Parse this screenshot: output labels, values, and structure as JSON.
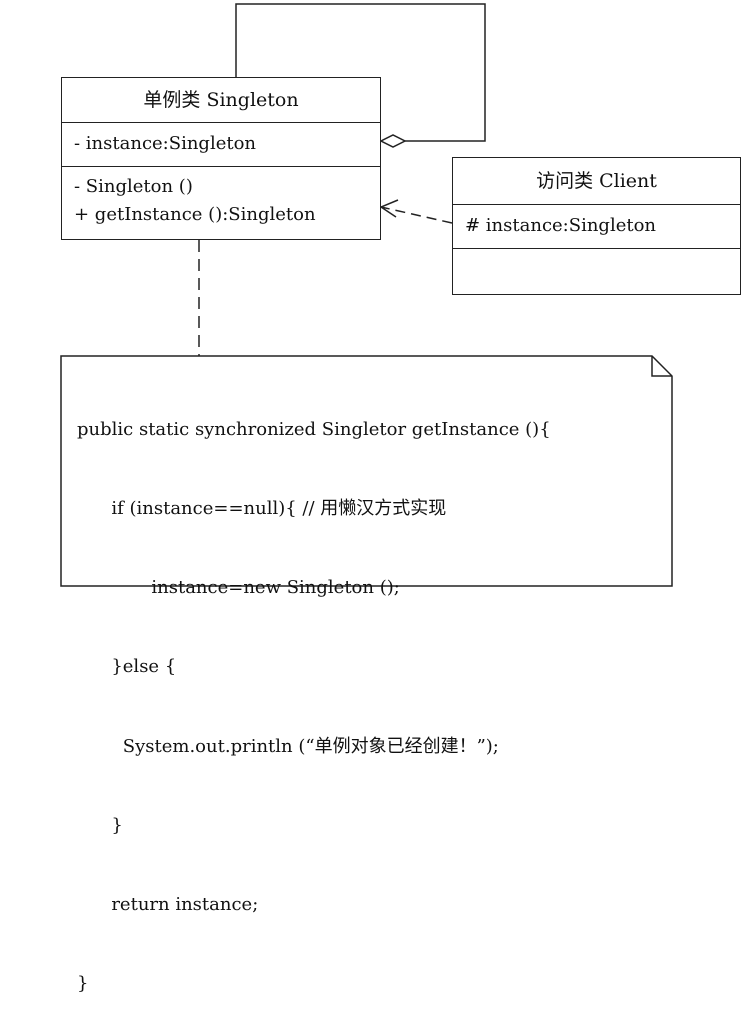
{
  "singleton_class": {
    "name": "单例类 Singleton",
    "attributes": [
      "- instance:Singleton"
    ],
    "operations": [
      "- Singleton ()",
      "+ getInstance ():Singleton"
    ]
  },
  "client_class": {
    "name": "访问类 Client",
    "attributes": [
      "# instance:Singleton"
    ],
    "operations": []
  },
  "note": {
    "lines": [
      "public static synchronized Singletor getInstance (){",
      "      if (instance==null){ // 用懒汉方式实现",
      "             instance=new Singleton ();",
      "      }else {",
      "        System.out.println (“单例对象已经创建！”);",
      "      }",
      "      return instance;",
      "}"
    ]
  }
}
